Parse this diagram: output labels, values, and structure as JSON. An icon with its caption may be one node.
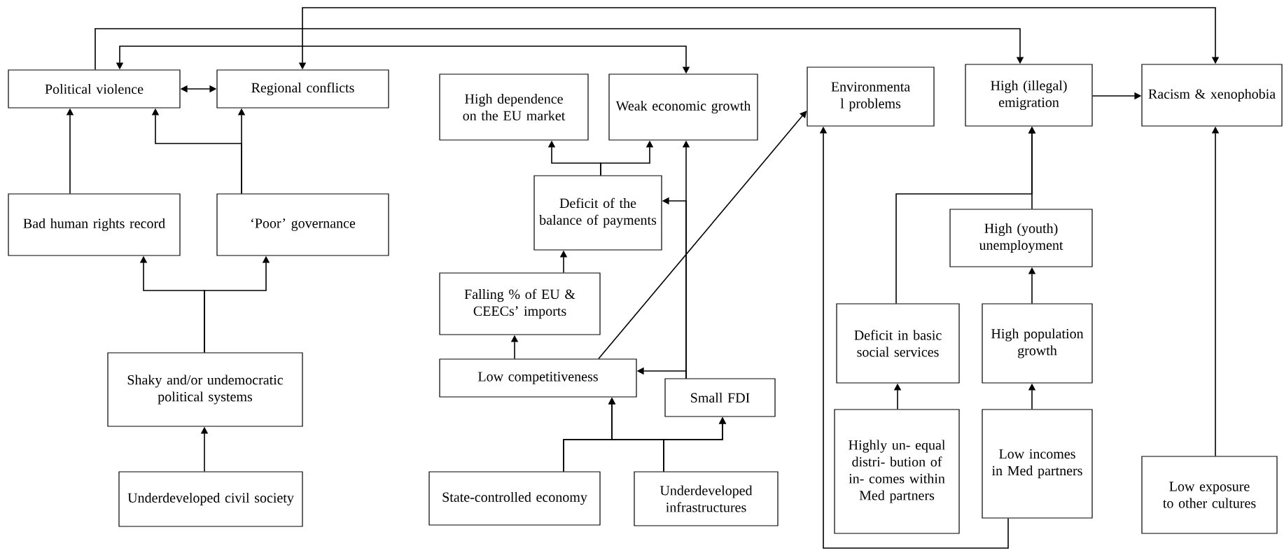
{
  "diagram": {
    "nodes": [
      {
        "text": [
          "Political violence"
        ]
      },
      {
        "text": [
          "Regional conflicts"
        ]
      },
      {
        "text": [
          "High dependence on the EU market"
        ]
      },
      {
        "text": [
          "Weak economic growth"
        ]
      },
      {
        "text": [
          "Environmenta l problems"
        ]
      },
      {
        "text": [
          "High (illegal) emigration"
        ]
      },
      {
        "text": [
          "Racism & xenophobia"
        ]
      },
      {
        "text": [
          "Bad human rights record"
        ]
      },
      {
        "text": [
          "‘Poor’ governance"
        ]
      },
      {
        "text": [
          "Deficit of the balance of payments"
        ]
      },
      {
        "text": [
          "High (youth) unemployment"
        ]
      },
      {
        "text": [
          "Falling % of EU & CEECs’ imports"
        ]
      },
      {
        "text": [
          "Deficit in basic social services"
        ]
      },
      {
        "text": [
          "High population growth"
        ]
      },
      {
        "text": [
          "Shaky and/or undemocratic political systems"
        ]
      },
      {
        "text": [
          "Low competitiveness"
        ]
      },
      {
        "text": [
          "Small FDI"
        ]
      },
      {
        "text": [
          "Underdeveloped civil society"
        ]
      },
      {
        "text": [
          "State-controlled economy"
        ]
      },
      {
        "text": [
          "Underdeveloped infrastructures"
        ]
      },
      {
        "text": [
          "Highly un- equal distri- bution of in- comes within Med partners"
        ]
      },
      {
        "text": [
          "Low incomes in Med partners"
        ]
      },
      {
        "text": [
          "Low exposure to other cultures"
        ]
      }
    ],
    "edges": [
      {
        "from": 0,
        "to": 1,
        "arrow": "both"
      },
      {
        "from": 7,
        "to": 0,
        "arrow": "to"
      },
      {
        "from": 8,
        "to": 1,
        "arrow": "to"
      },
      {
        "from": 8,
        "to": 0,
        "arrow": "to"
      },
      {
        "from": 14,
        "to": 7,
        "arrow": "to"
      },
      {
        "from": 14,
        "to": 8,
        "arrow": "to"
      },
      {
        "from": 17,
        "to": 14,
        "arrow": "to"
      },
      {
        "from": 0,
        "to": 5,
        "arrow": "to"
      },
      {
        "from": 0,
        "to": 3,
        "arrow": "both"
      },
      {
        "from": 1,
        "to": 6,
        "arrow": "both"
      },
      {
        "from": 9,
        "to": 2,
        "arrow": "to"
      },
      {
        "from": 9,
        "to": 3,
        "arrow": "to"
      },
      {
        "from": 11,
        "to": 9,
        "arrow": "to"
      },
      {
        "from": 15,
        "to": 11,
        "arrow": "to"
      },
      {
        "from": 16,
        "to": 3,
        "arrow": "to"
      },
      {
        "from": 16,
        "to": 9,
        "arrow": "to"
      },
      {
        "from": 16,
        "to": 15,
        "arrow": "to"
      },
      {
        "from": 15,
        "to": 4,
        "arrow": "to"
      },
      {
        "from": 18,
        "to": 15,
        "arrow": "to"
      },
      {
        "from": 18,
        "to": 16,
        "arrow": "to"
      },
      {
        "from": 19,
        "to": 15,
        "arrow": "to"
      },
      {
        "from": 19,
        "to": 16,
        "arrow": "to"
      },
      {
        "from": 21,
        "to": 4,
        "arrow": "to"
      },
      {
        "from": 10,
        "to": 5,
        "arrow": "to"
      },
      {
        "from": 12,
        "to": 5,
        "arrow": "to"
      },
      {
        "from": 13,
        "to": 10,
        "arrow": "to"
      },
      {
        "from": 20,
        "to": 12,
        "arrow": "to"
      },
      {
        "from": 21,
        "to": 13,
        "arrow": "to"
      },
      {
        "from": 5,
        "to": 6,
        "arrow": "to"
      },
      {
        "from": 22,
        "to": 6,
        "arrow": "to"
      }
    ]
  }
}
